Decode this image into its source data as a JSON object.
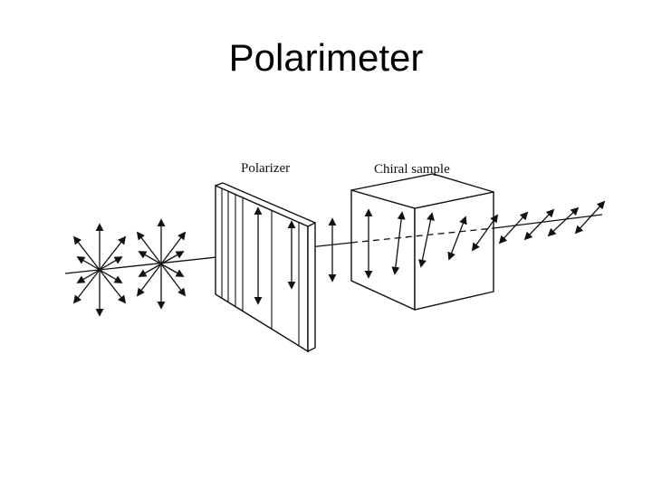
{
  "slide": {
    "title": "Polarimeter"
  },
  "diagram": {
    "labels": {
      "polarizer": "Polarizer",
      "sample": "Chiral sample"
    },
    "colors": {
      "ink": "#111111",
      "background": "#ffffff"
    }
  }
}
